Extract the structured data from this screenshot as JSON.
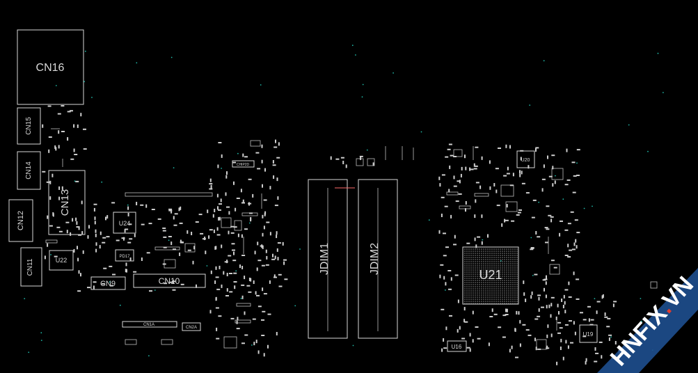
{
  "labels": {
    "cn16": "CN16",
    "cn15": "CN15",
    "cn14": "CN14",
    "cn13": "CN13",
    "cn12": "CN12",
    "cn11": "CN11",
    "u24": "U24",
    "u22": "U22",
    "pd17": "PD17",
    "cn9": "CN9",
    "cn10": "CN10",
    "cn1a": "CN1A",
    "cn2a": "CN2A",
    "jdim1": "JDIM1",
    "jdim2": "JDIM2",
    "u21": "U21",
    "u16": "U16",
    "u19": "U19",
    "u20": "U20",
    "chip_small": "CHIP2D"
  },
  "watermark": {
    "text_left": "HNFIX",
    "text_dot": ".",
    "text_right": "VN",
    "band_color": "#1e4f8f",
    "text_color": "#ffffff",
    "dot_color": "#e23b2e"
  },
  "colors": {
    "background": "#000000",
    "outline": "#d9d9d9",
    "testpoint": "#1fb7a6"
  }
}
